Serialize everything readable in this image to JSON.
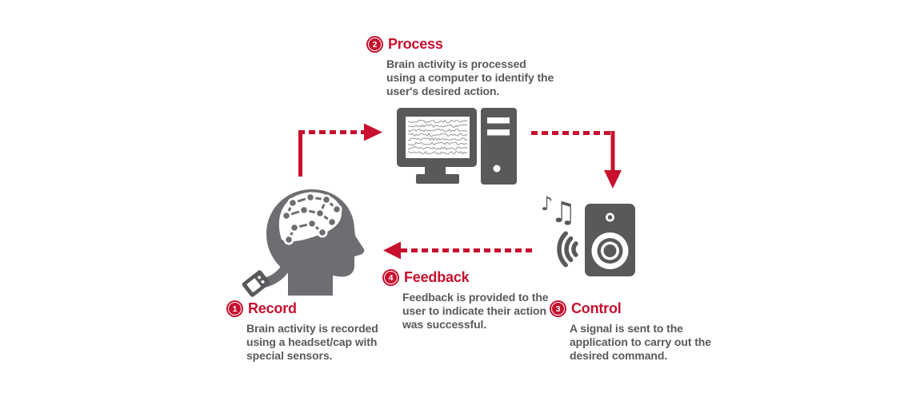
{
  "title": "Brain-computer interface cycle diagram",
  "colors": {
    "accent_red": "#c8102e",
    "icon_gray": "#58595b",
    "head_gray": "#6d6e71",
    "text_gray": "#58595b",
    "background": "#ffffff"
  },
  "steps": {
    "record": {
      "number": "1",
      "title": "Record",
      "description": "Brain activity is recorded using a headset/cap with special sensors."
    },
    "process": {
      "number": "2",
      "title": "Process",
      "description": "Brain activity is processed using a computer to identify the user's desired action."
    },
    "control": {
      "number": "3",
      "title": "Control",
      "description": "A signal is sent to the application to carry out the desired command."
    },
    "feedback": {
      "number": "4",
      "title": "Feedback",
      "description": "Feedback is provided to the user to indicate their action was successful."
    }
  },
  "icons": {
    "music_note_single": "♪",
    "music_note_beamed": "♫"
  }
}
